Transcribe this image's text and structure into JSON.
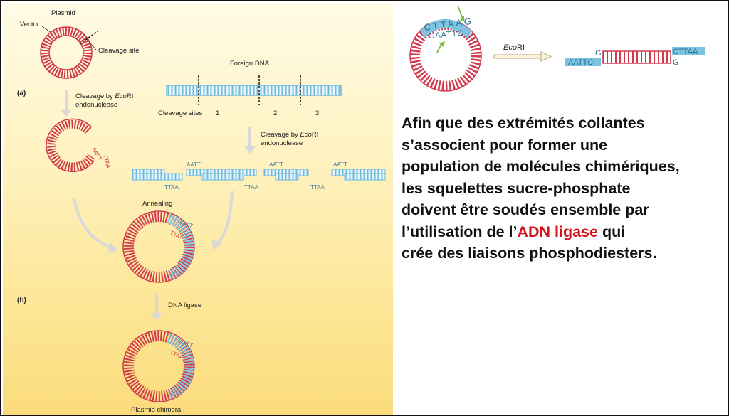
{
  "colors": {
    "plasmid_red": "#cf3b4d",
    "dna_blue": "#7ec3e0",
    "highlight_red": "#d4141c",
    "arrow_gray": "#d9d9d9"
  },
  "diagram": {
    "vector_label": "Vector",
    "plasmid_label": "Plasmid",
    "cleavage_site_label": "Cleavage site",
    "panel_a": "(a)",
    "panel_b": "(b)",
    "cleavage_step_1": "Cleavage by ",
    "ecori_italic": "Eco",
    "ecori_rest": "RI",
    "endonuclease": "endonuclease",
    "foreign_dna_label": "Foreign DNA",
    "cleavage_sites_label": "Cleavage sites",
    "site_1": "1",
    "site_2": "2",
    "site_3": "3",
    "cut_plasmid_seq_top": "AATT",
    "cut_plasmid_seq_bottom": "TTAA",
    "aatt": "AATT",
    "ttaa": "TTAA",
    "annealing_label": "Annealing",
    "dna_ligase_label": "DNA ligase",
    "plasmid_chimera_label": "Plasmid chimera"
  },
  "ecori_figure": {
    "top_seq": "CTTAAG",
    "bottom_seq": "GAATTC",
    "enzyme_italic": "Eco",
    "enzyme_rest": "RI",
    "left_end_top": "G",
    "left_end_bottom": "AATTC",
    "right_end_top": "CTTAA",
    "right_end_bottom": "G"
  },
  "text": {
    "line1": "Afin que des extrémités collantes",
    "line2": "s’associent pour former une",
    "line3": "population de molécules chimériques,",
    "line4": "les squelettes sucre-phosphate",
    "line5": "doivent être soudés ensemble par",
    "line6_pre": "l’utilisation de l’",
    "line6_highlight": "ADN ligase",
    "line6_post": " qui",
    "line7": "crée des liaisons phosphodiesters."
  }
}
